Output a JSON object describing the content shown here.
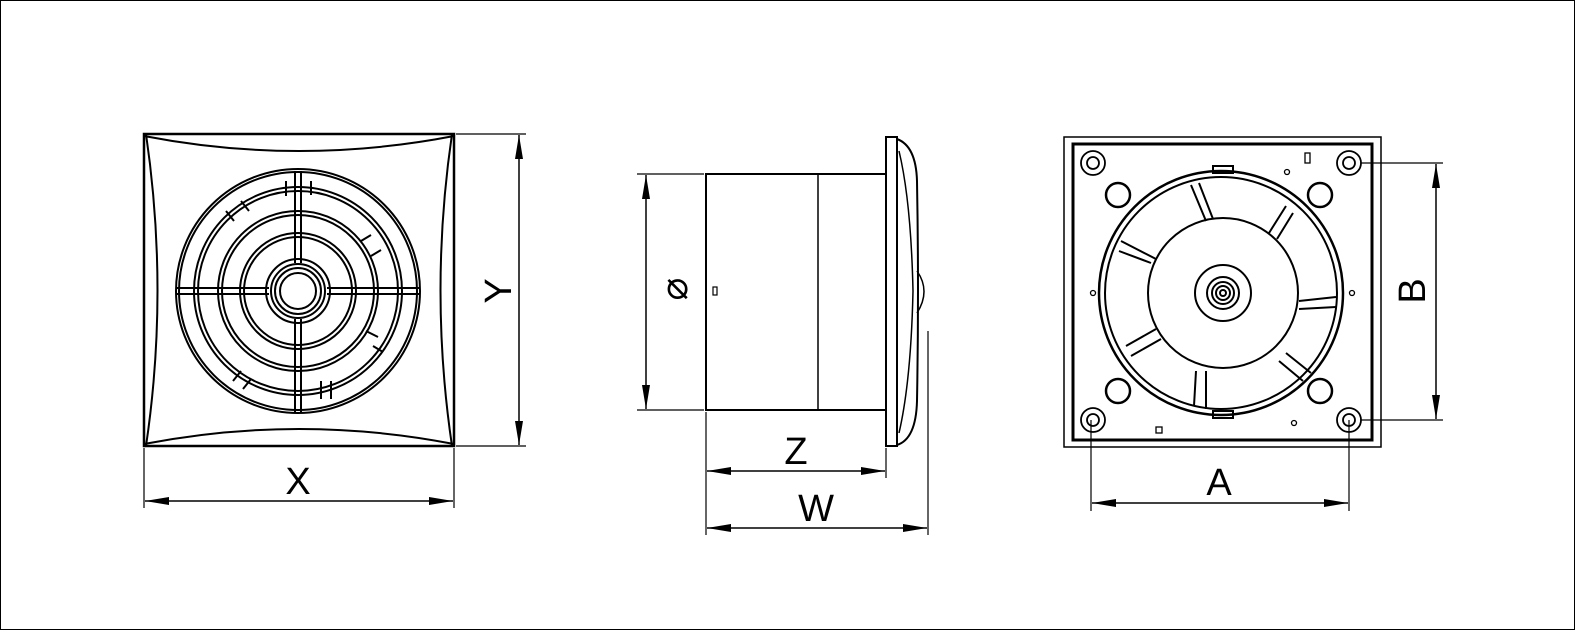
{
  "front_view": {
    "width_label": "X",
    "height_label": "Y"
  },
  "side_view": {
    "diameter_symbol": "⌀",
    "body_depth_label": "Z",
    "total_depth_label": "W"
  },
  "rear_view": {
    "hole_spacing_horizontal_label": "A",
    "hole_spacing_vertical_label": "B"
  },
  "colors": {
    "line": "#000000",
    "background": "#ffffff"
  }
}
